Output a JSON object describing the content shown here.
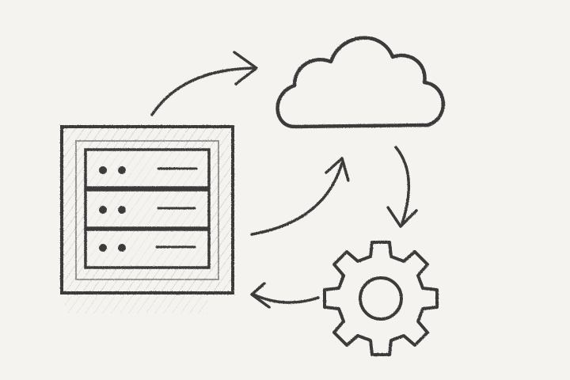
{
  "diagram": {
    "style": "pencil-sketch",
    "colors": {
      "paper": "#f4f3ef",
      "pencil": "#3a3a3a",
      "shade": "#8c8c8c"
    },
    "nodes": [
      {
        "id": "server",
        "icon": "server-rack-icon",
        "drawers": 3
      },
      {
        "id": "cloud",
        "icon": "cloud-icon"
      },
      {
        "id": "gear",
        "icon": "gear-icon",
        "teeth": 8
      }
    ],
    "edges": [
      {
        "from": "server",
        "to": "cloud",
        "icon": "arrow-icon"
      },
      {
        "from": "server",
        "to": "cloud",
        "icon": "arrow-icon"
      },
      {
        "from": "cloud",
        "to": "gear",
        "icon": "arrow-icon"
      },
      {
        "from": "gear",
        "to": "server",
        "icon": "arrow-icon"
      }
    ]
  }
}
